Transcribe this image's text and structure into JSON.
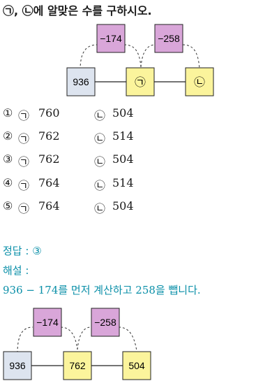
{
  "question": "㉠, ㉡에 알맞은 수를 구하시오.",
  "diagram_top": {
    "box_936": "936",
    "box_minus174": "−174",
    "box_minus258": "−258",
    "box_a": "㉠",
    "box_b": "㉡"
  },
  "choices": [
    {
      "number": "①",
      "m1": "㉠",
      "v1": "760",
      "m2": "㉡",
      "v2": "504"
    },
    {
      "number": "②",
      "m1": "㉠",
      "v1": "762",
      "m2": "㉡",
      "v2": "514"
    },
    {
      "number": "③",
      "m1": "㉠",
      "v1": "762",
      "m2": "㉡",
      "v2": "504"
    },
    {
      "number": "④",
      "m1": "㉠",
      "v1": "764",
      "m2": "㉡",
      "v2": "514"
    },
    {
      "number": "⑤",
      "m1": "㉠",
      "v1": "764",
      "m2": "㉡",
      "v2": "504"
    }
  ],
  "answer_label": "정답 : ③",
  "explanation_label": "해설 :",
  "explanation_text": "936 − 174를 먼저 계산하고 258을 뺍니다.",
  "diagram_bottom": {
    "box_936": "936",
    "box_minus174": "−174",
    "box_minus258": "−258",
    "box_762": "762",
    "box_504": "504"
  },
  "colors": {
    "purple_box": "#d9a6d9",
    "yellow_box": "#fbf49c",
    "blue_box": "#dde4ef",
    "answer_text": "#0a8fa8"
  }
}
